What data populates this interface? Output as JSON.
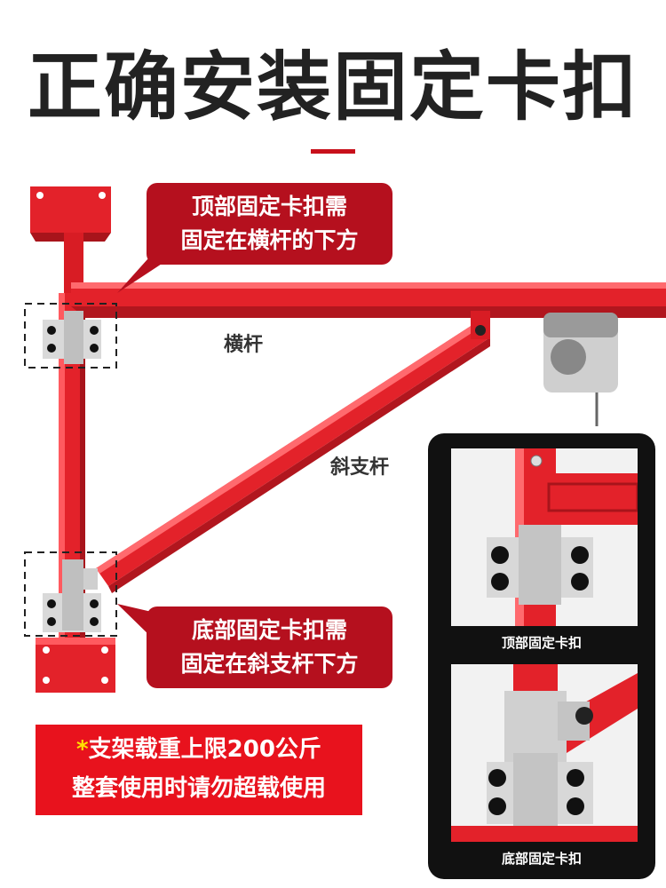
{
  "title": "正确安装固定卡扣",
  "callouts": {
    "top": [
      "顶部固定卡扣需",
      "固定在横杆的下方"
    ],
    "bottom": [
      "底部固定卡扣需",
      "固定在斜支杆下方"
    ]
  },
  "labels": {
    "crossbar": "横杆",
    "diagonal": "斜支杆"
  },
  "warning": {
    "star": "*",
    "line1": "支架载重上限200公斤",
    "line2": "整套使用时请勿超载使用"
  },
  "insets": {
    "top_caption": "顶部固定卡扣",
    "bottom_caption": "底部固定卡扣"
  },
  "colors": {
    "frame_red": "#e3222a",
    "accent_red": "#b5101e",
    "warning_red": "#e8121d",
    "warning_star": "#ffe100"
  }
}
